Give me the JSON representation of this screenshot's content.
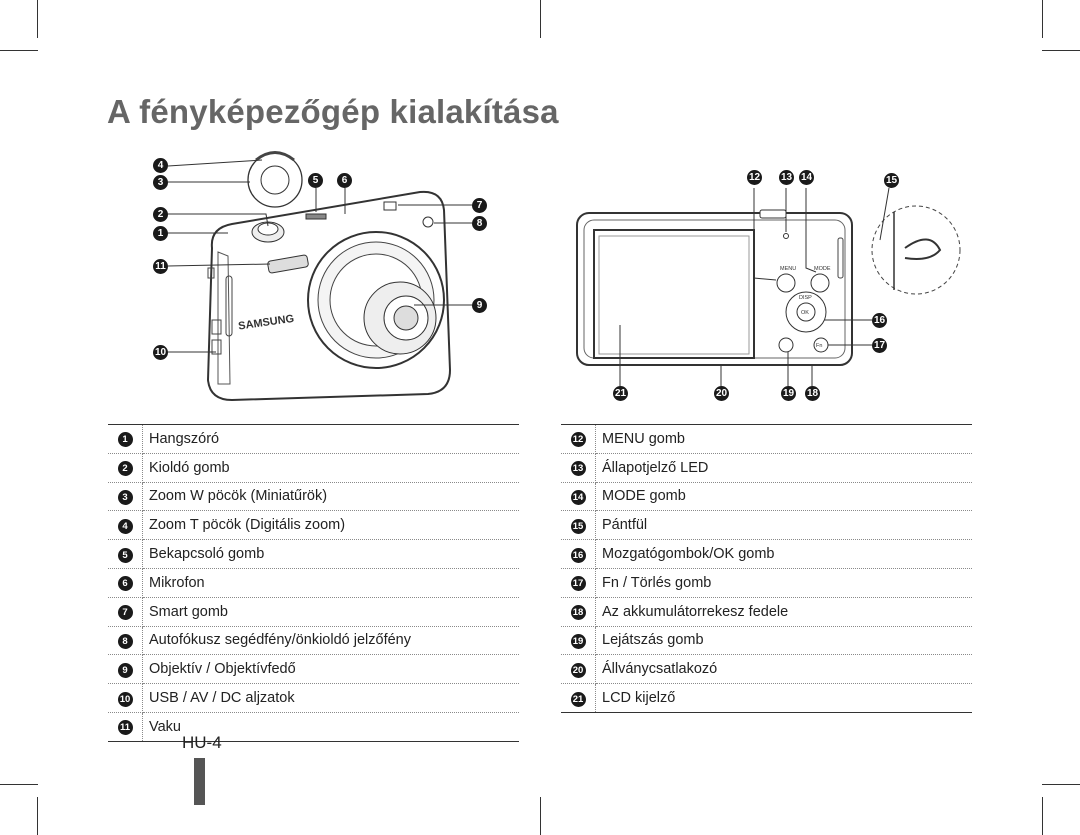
{
  "page": {
    "title": "A fényképezőgép kialakítása",
    "page_number": "HU-4"
  },
  "front_callouts": [
    "4",
    "3",
    "5",
    "6",
    "2",
    "7",
    "1",
    "8",
    "11",
    "9",
    "10"
  ],
  "back_callouts": [
    "12",
    "13",
    "14",
    "15",
    "16",
    "17",
    "21",
    "20",
    "19",
    "18"
  ],
  "camera": {
    "brand": "SAMSUNG",
    "back_labels": {
      "menu": "MENU",
      "mode": "MODE",
      "disp": "DISP",
      "ok": "OK",
      "fn": "Fn"
    }
  },
  "legend_left": [
    {
      "num": "1",
      "label": "Hangszóró"
    },
    {
      "num": "2",
      "label": "Kioldó gomb"
    },
    {
      "num": "3",
      "label": "Zoom W pöcök (Miniatűrök)"
    },
    {
      "num": "4",
      "label": "Zoom T pöcök (Digitális zoom)"
    },
    {
      "num": "5",
      "label": "Bekapcsoló gomb"
    },
    {
      "num": "6",
      "label": "Mikrofon"
    },
    {
      "num": "7",
      "label": "Smart gomb"
    },
    {
      "num": "8",
      "label": "Autofókusz segédfény/önkioldó jelzőfény"
    },
    {
      "num": "9",
      "label": "Objektív / Objektívfedő"
    },
    {
      "num": "10",
      "label": "USB / AV / DC aljzatok"
    },
    {
      "num": "11",
      "label": "Vaku"
    }
  ],
  "legend_right": [
    {
      "num": "12",
      "label": "MENU gomb"
    },
    {
      "num": "13",
      "label": "Állapotjelző LED"
    },
    {
      "num": "14",
      "label": "MODE gomb"
    },
    {
      "num": "15",
      "label": "Pántfül"
    },
    {
      "num": "16",
      "label": "Mozgatógombok/OK gomb"
    },
    {
      "num": "17",
      "label": "Fn / Törlés gomb"
    },
    {
      "num": "18",
      "label": "Az akkumulátorrekesz fedele"
    },
    {
      "num": "19",
      "label": "Lejátszás gomb"
    },
    {
      "num": "20",
      "label": "Állványcsatlakozó"
    },
    {
      "num": "21",
      "label": "LCD kijelző"
    }
  ]
}
